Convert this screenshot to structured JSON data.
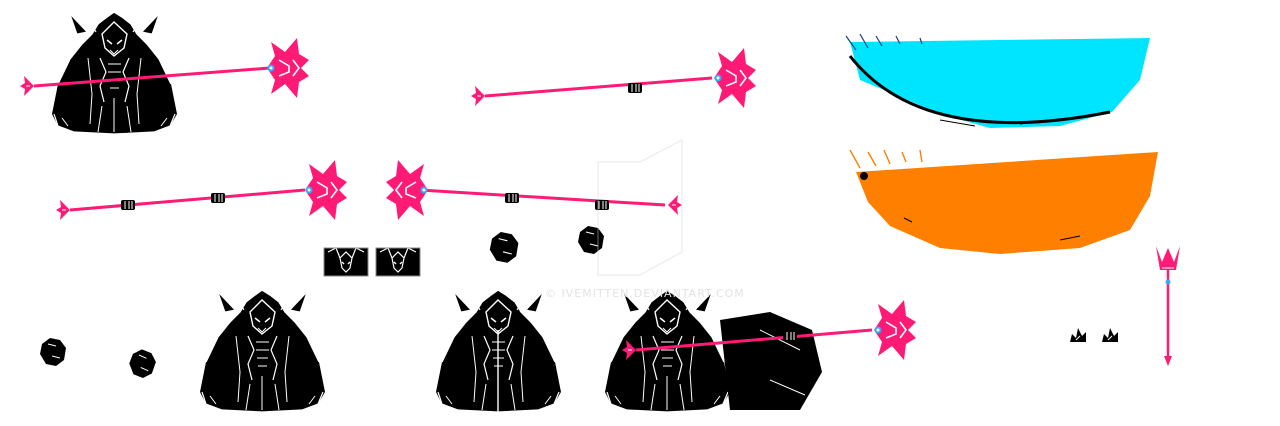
{
  "sheet": {
    "title": "Sprite sheet",
    "watermark": "© IVEMITTEN.DEVIANTART.COM"
  },
  "colors": {
    "background": "#ffffff",
    "outline": "#000000",
    "trim": "#ffffff",
    "spear": "#ff1a75",
    "gem": "#39a7ff",
    "slash_cyan": "#00e5ff",
    "slash_orange": "#ff8000"
  },
  "sprites": [
    {
      "name": "asgore-with-trident",
      "icon": "boss-with-trident"
    },
    {
      "name": "trident-held",
      "icon": "trident-horizontal"
    },
    {
      "name": "trident-two-hands",
      "icon": "trident-horizontal"
    },
    {
      "name": "trident-reversed",
      "icon": "trident-horizontal"
    },
    {
      "name": "heads",
      "icon": "boss-head"
    },
    {
      "name": "hands",
      "icon": "gauntlet"
    },
    {
      "name": "asgore-caped",
      "icon": "boss"
    },
    {
      "name": "asgore-closed-cape",
      "icon": "boss"
    },
    {
      "name": "asgore-attack",
      "icon": "boss-with-trident"
    },
    {
      "name": "blue-slash",
      "icon": "slash-cyan"
    },
    {
      "name": "orange-slash",
      "icon": "slash-orange"
    },
    {
      "name": "flames",
      "icon": "fire"
    },
    {
      "name": "small-trident",
      "icon": "trident-vertical"
    }
  ]
}
